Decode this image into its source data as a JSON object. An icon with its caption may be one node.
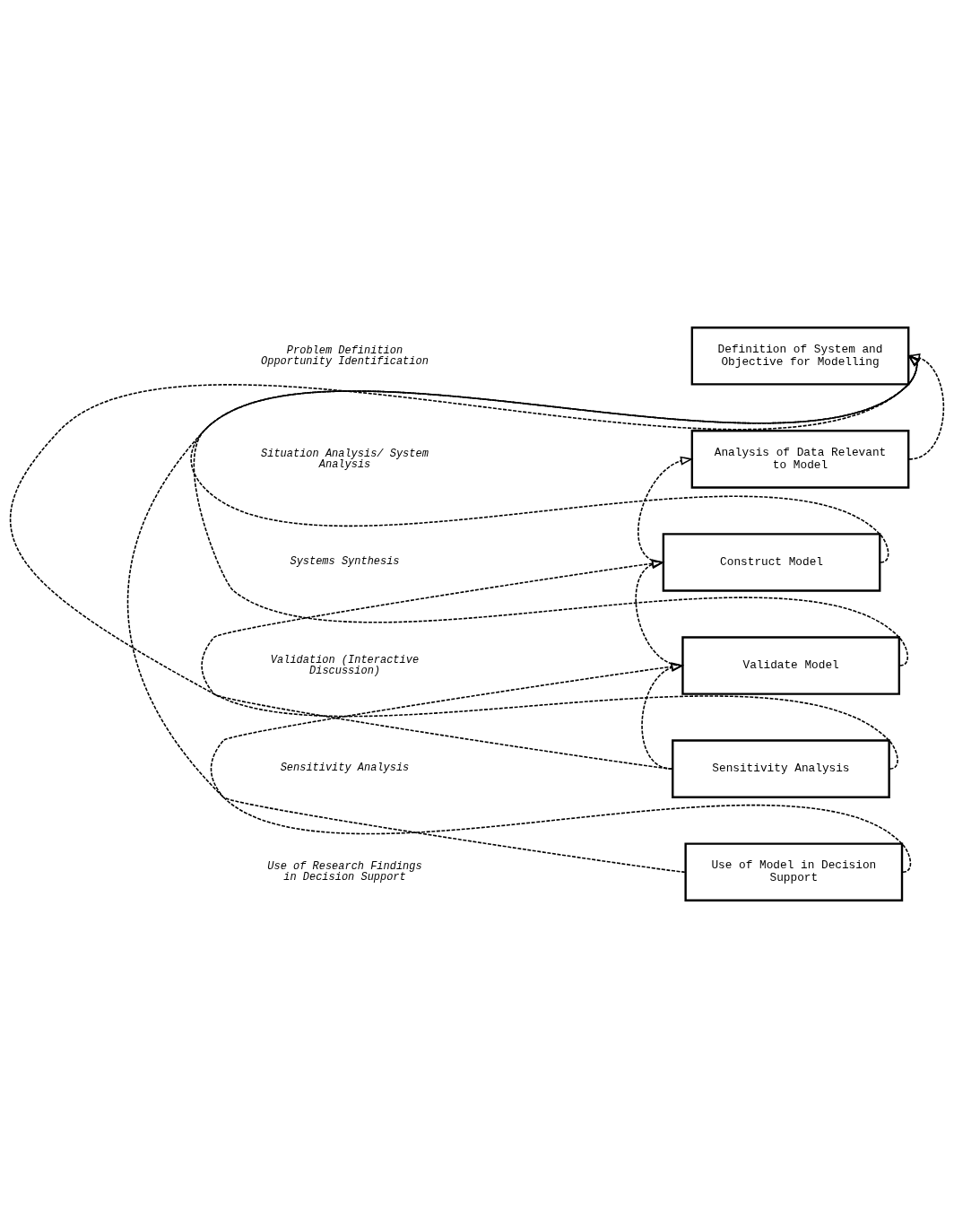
{
  "diagram": {
    "nodes": [
      {
        "text": [
          "Definition of System and Objective for Modelling"
        ]
      },
      {
        "text": [
          "Analysis of Data Relevant to Model"
        ]
      },
      {
        "text": [
          "Construct Model"
        ]
      },
      {
        "text": [
          "Validate Model"
        ]
      },
      {
        "text": [
          "Sensitivity Analysis"
        ]
      },
      {
        "text": [
          "Use of Model in Decision Support"
        ]
      }
    ],
    "edges": [
      {
        "from": 1,
        "to": 0,
        "arrow": "to",
        "style": "dashed"
      },
      {
        "from": 2,
        "to": 0,
        "arrow": "to",
        "style": "dashed"
      },
      {
        "from": 3,
        "to": 0,
        "arrow": "to",
        "style": "dashed"
      },
      {
        "from": 4,
        "to": 0,
        "arrow": "to",
        "style": "dashed"
      },
      {
        "from": 5,
        "to": 0,
        "arrow": "to",
        "style": "dashed"
      },
      {
        "from": 2,
        "to": 1,
        "arrow": "to",
        "style": "dashed"
      },
      {
        "from": 4,
        "to": 2,
        "arrow": "to",
        "style": "dashed"
      },
      {
        "from": 3,
        "to": 2,
        "arrow": "to",
        "style": "dashed"
      },
      {
        "from": 5,
        "to": 3,
        "arrow": "to",
        "style": "dashed"
      },
      {
        "from": 4,
        "to": 3,
        "arrow": "to",
        "style": "dashed"
      }
    ],
    "labels": [
      "Problem Definition Opportunity Identification",
      "Situation Analysis/ System Analysis",
      "Systems Synthesis",
      "Validation (Interactive Discussion)",
      "Sensitivity Analysis",
      "Use of Research Findings in Decision Support"
    ]
  }
}
